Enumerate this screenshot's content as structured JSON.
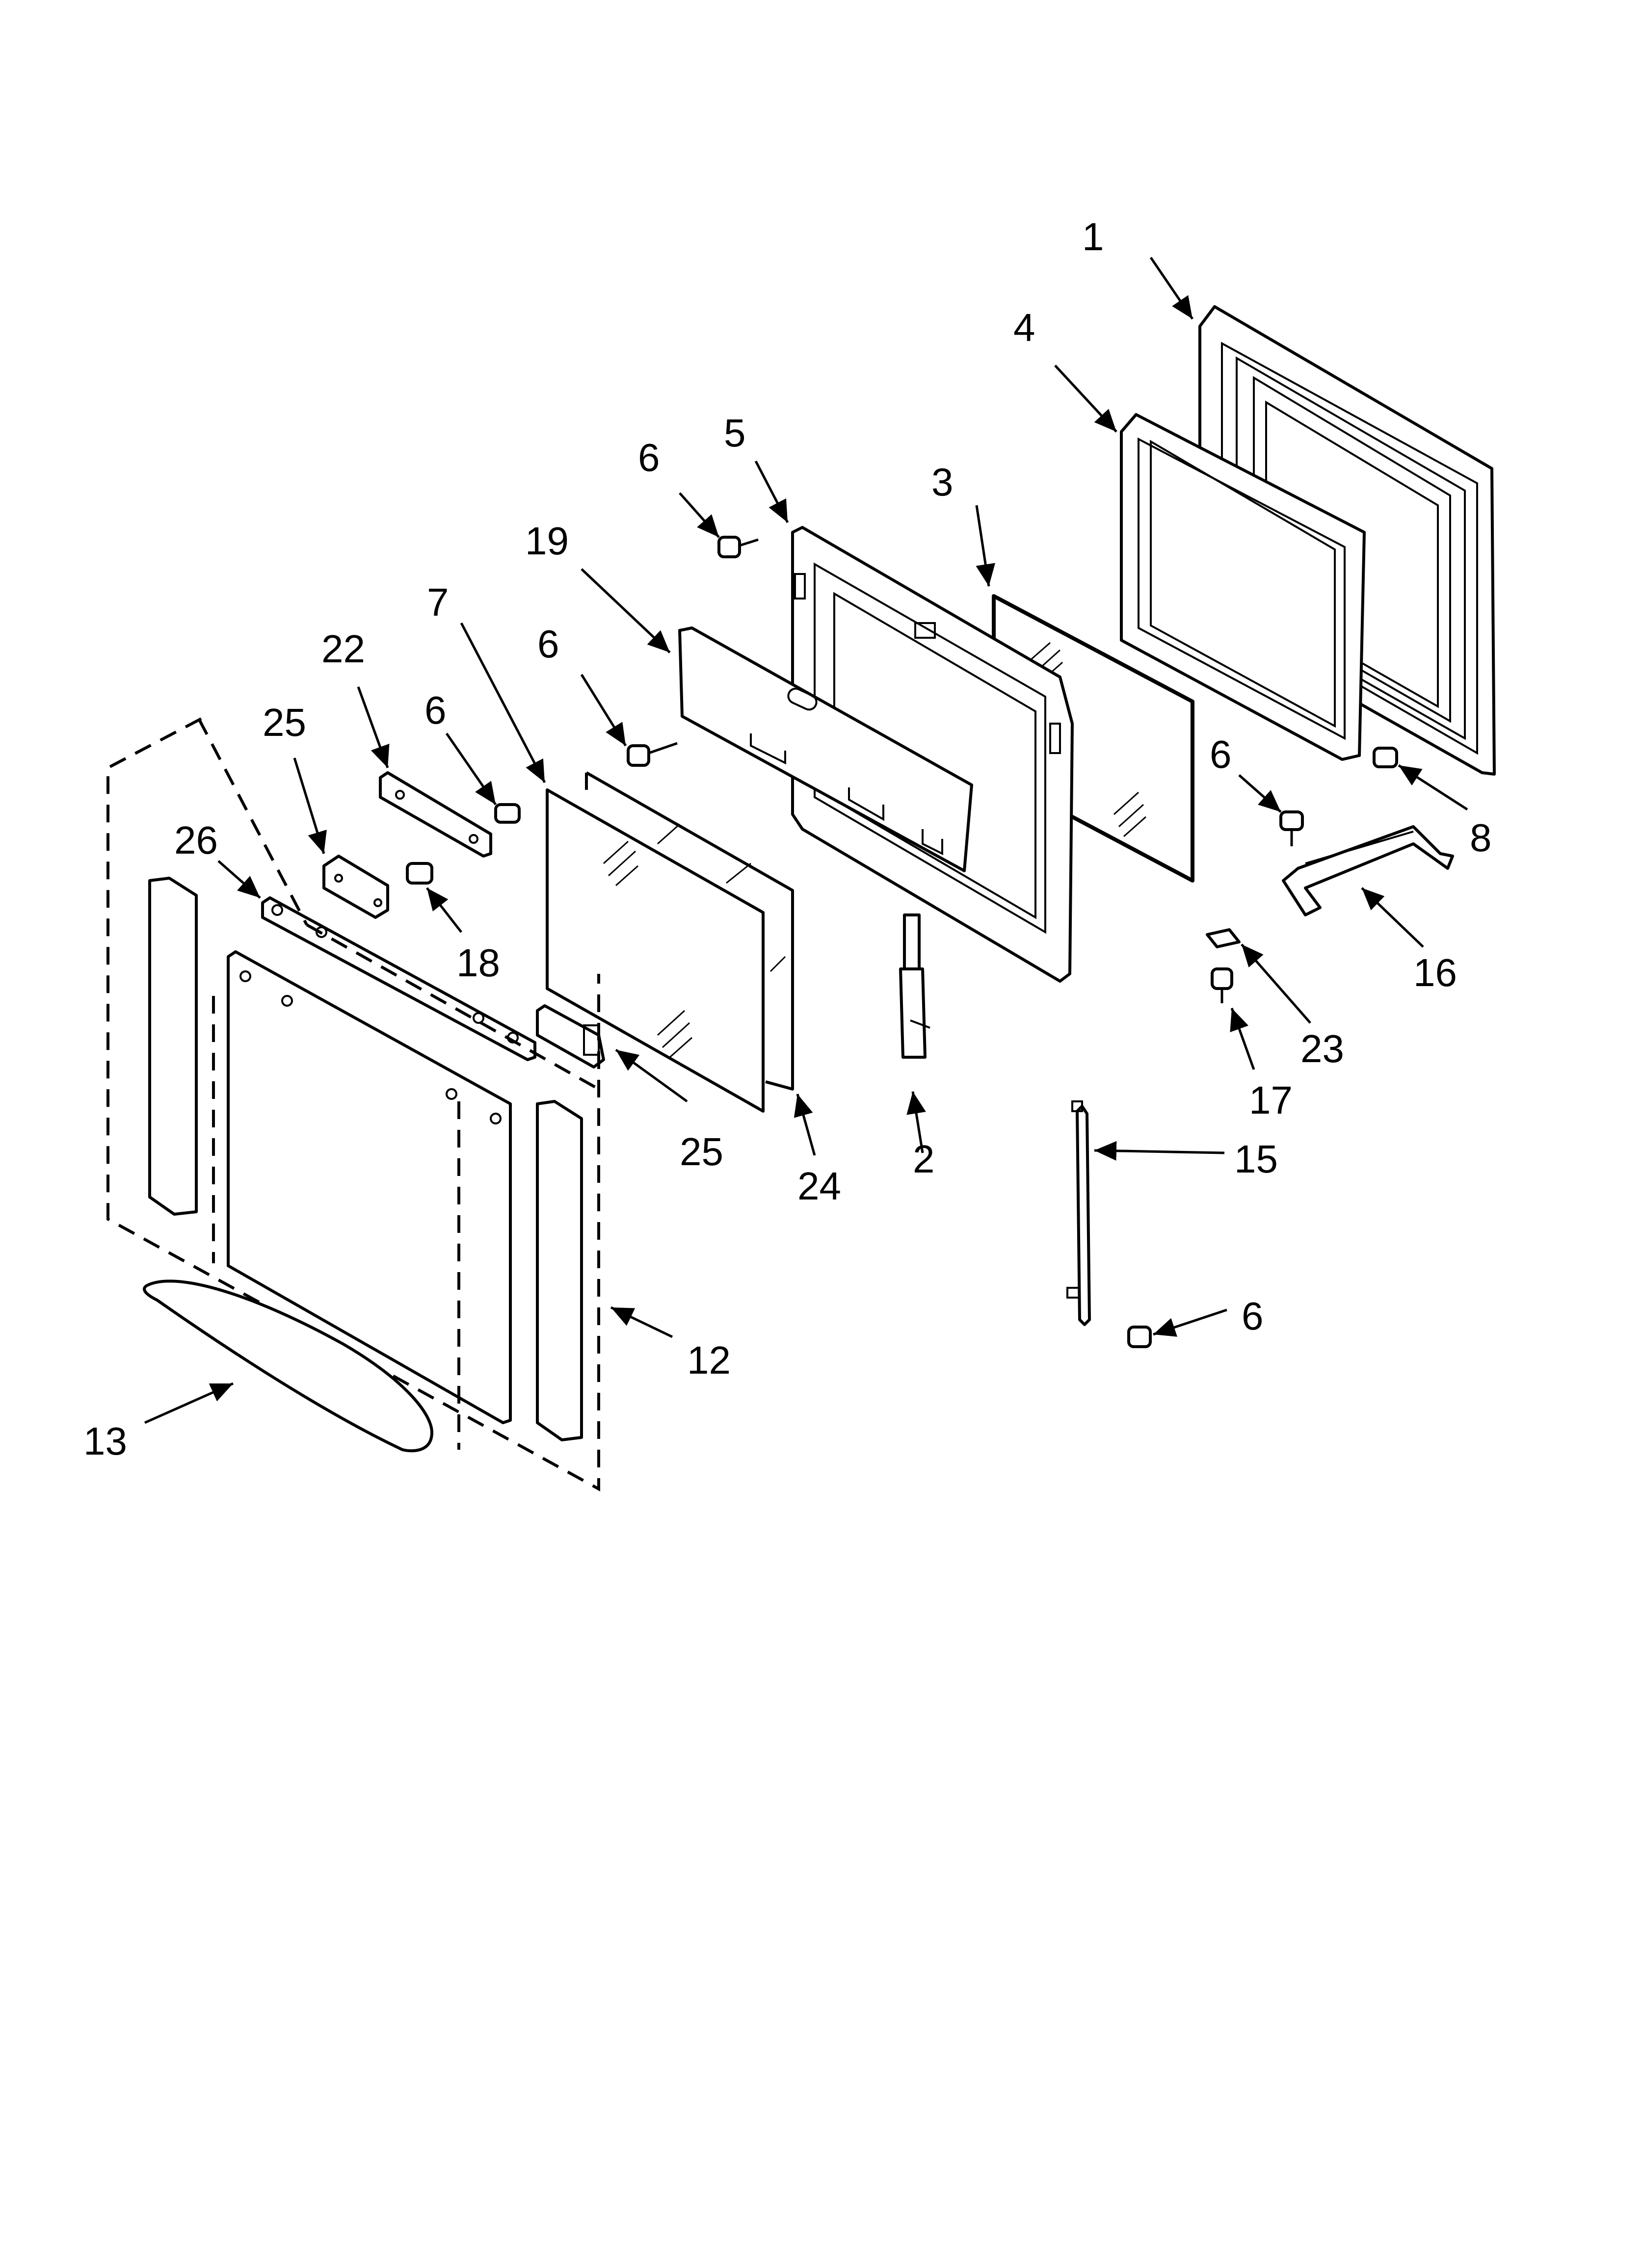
{
  "callouts": [
    {
      "id": "c1",
      "label": "1"
    },
    {
      "id": "c4",
      "label": "4"
    },
    {
      "id": "c5",
      "label": "5"
    },
    {
      "id": "c3",
      "label": "3"
    },
    {
      "id": "c6a",
      "label": "6"
    },
    {
      "id": "c19",
      "label": "19"
    },
    {
      "id": "c7",
      "label": "7"
    },
    {
      "id": "c6b",
      "label": "6"
    },
    {
      "id": "c22",
      "label": "22"
    },
    {
      "id": "c6c",
      "label": "6"
    },
    {
      "id": "c25a",
      "label": "25"
    },
    {
      "id": "c26",
      "label": "26"
    },
    {
      "id": "c18",
      "label": "18"
    },
    {
      "id": "c6d",
      "label": "6"
    },
    {
      "id": "c8",
      "label": "8"
    },
    {
      "id": "c16",
      "label": "16"
    },
    {
      "id": "c23",
      "label": "23"
    },
    {
      "id": "c17",
      "label": "17"
    },
    {
      "id": "c25b",
      "label": "25"
    },
    {
      "id": "c24",
      "label": "24"
    },
    {
      "id": "c2",
      "label": "2"
    },
    {
      "id": "c15",
      "label": "15"
    },
    {
      "id": "c6e",
      "label": "6"
    },
    {
      "id": "c12",
      "label": "12"
    },
    {
      "id": "c13",
      "label": "13"
    }
  ]
}
